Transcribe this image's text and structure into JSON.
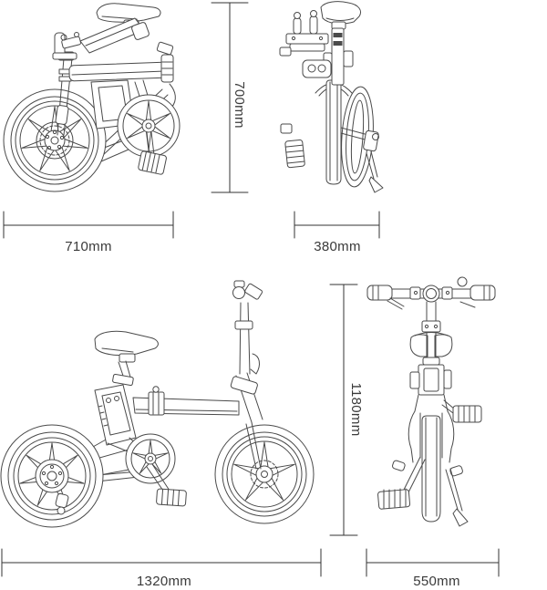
{
  "views": {
    "folded_side": {
      "name": "folded-bike-side-view",
      "width_label": "710mm",
      "height_label": "700mm"
    },
    "folded_front": {
      "name": "folded-bike-front-view",
      "width_label": "380mm"
    },
    "open_side": {
      "name": "bike-side-view",
      "width_label": "1320mm"
    },
    "open_front": {
      "name": "bike-front-view",
      "width_label": "550mm",
      "height_label": "1180mm"
    }
  },
  "colors": {
    "line_art": "#4a4a4a",
    "dimension_lines": "#333333",
    "label_text": "#3a3a3a",
    "background": "#ffffff"
  }
}
